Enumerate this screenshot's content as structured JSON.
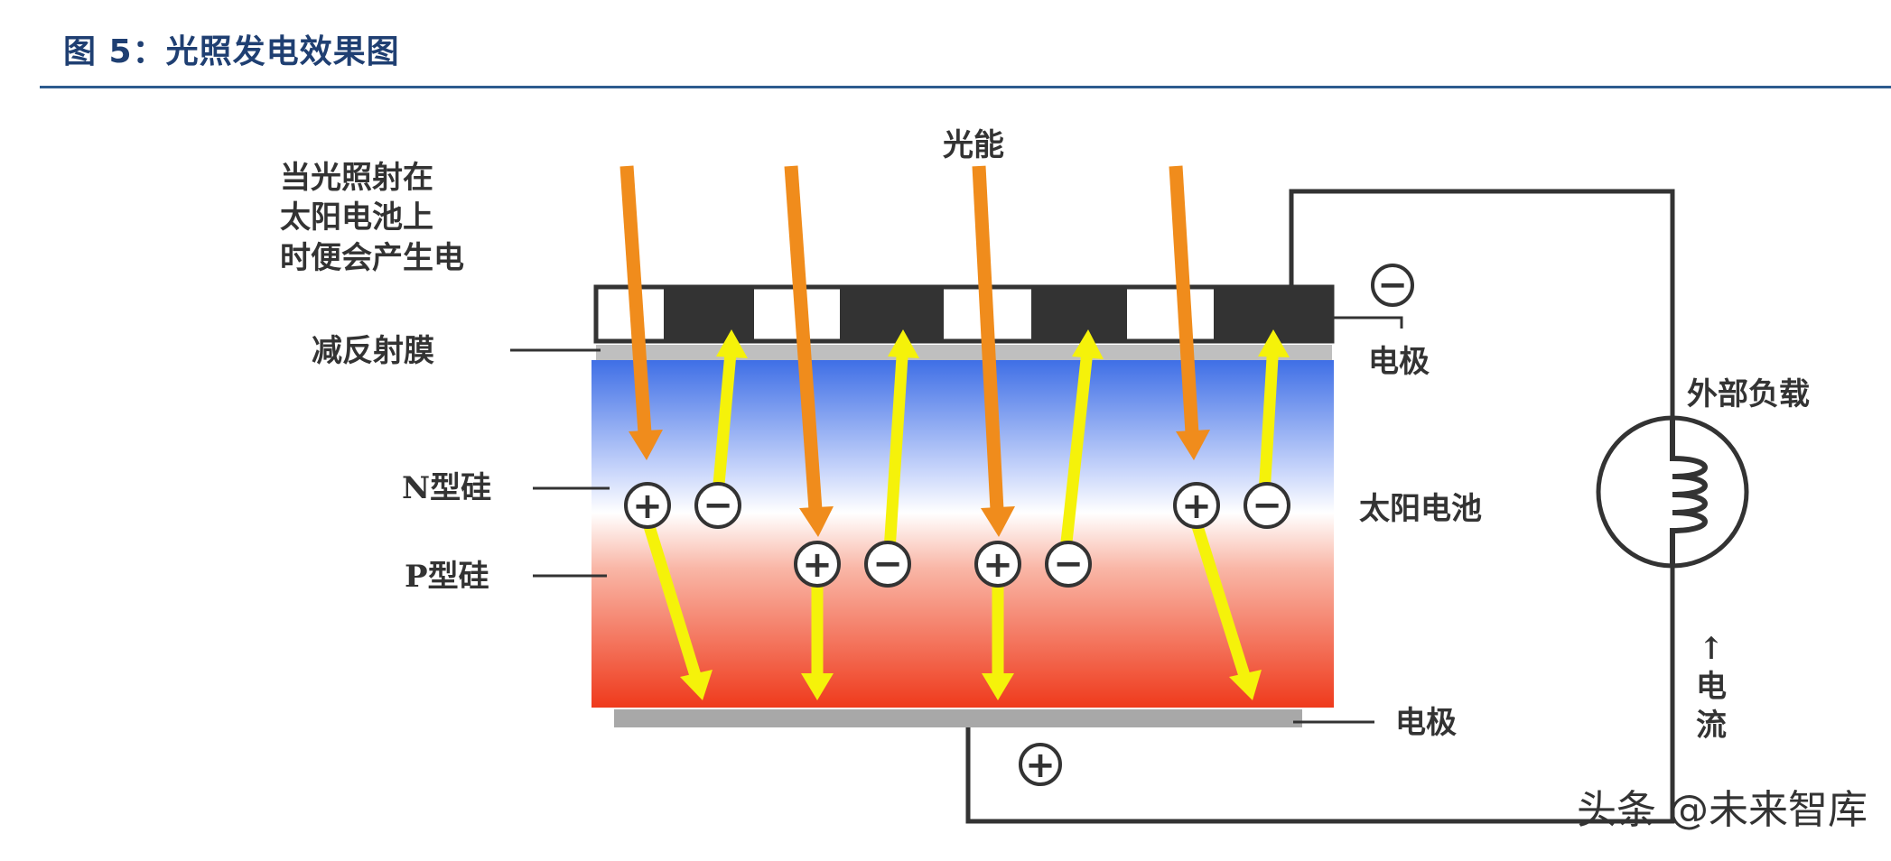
{
  "figure": {
    "title": "图 5：光照发电效果图"
  },
  "labels": {
    "light_energy": "光能",
    "caption_lines": [
      "当光照射在",
      "太阳电池上",
      "时便会产生电"
    ],
    "anti_reflection": "减反射膜",
    "n_silicon": "N型硅",
    "p_silicon": "P型硅",
    "electrode_top": "电极",
    "electrode_bottom": "电极",
    "solar_cell": "太阳电池",
    "external_load": "外部负载",
    "current_arrow": "↑",
    "current_chars": [
      "电",
      "流"
    ]
  },
  "charges": {
    "positive": "+",
    "negative": "−"
  },
  "watermark": "头条 @未来智库",
  "colors": {
    "title": "#1f3f72",
    "rule": "#2d5b8e",
    "light_arrow": "#f08c1c",
    "carrier_arrow": "#f5f20a",
    "n_layer_top": "#3f6fe6",
    "p_layer_bottom": "#ef3a1c",
    "electrode": "#333333",
    "film": "#bfbfbf"
  }
}
